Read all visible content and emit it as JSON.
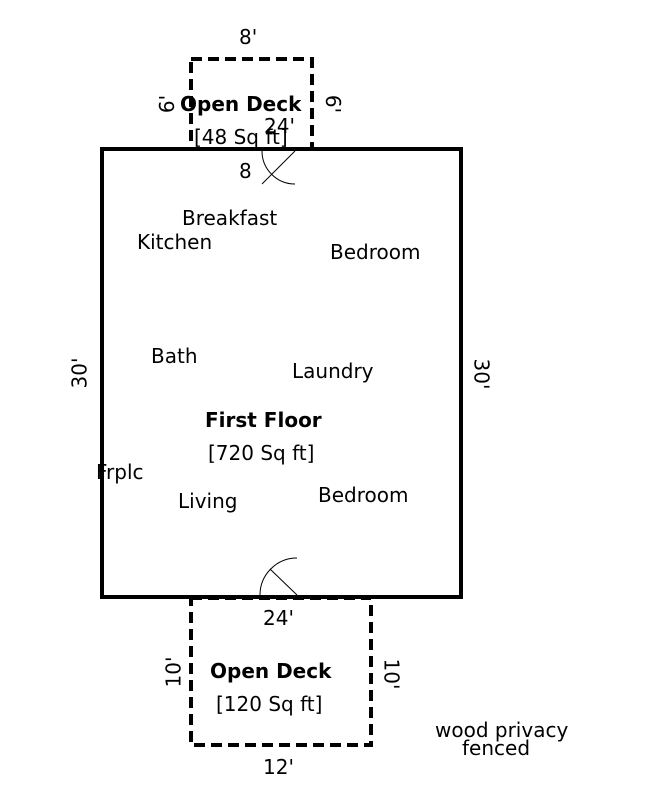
{
  "first_floor": {
    "title": "First Floor",
    "area": "[720 Sq ft]",
    "dim_left": "30'",
    "dim_right": "30'",
    "dim_bottom": "24'",
    "rooms": {
      "breakfast": "Breakfast",
      "kitchen": "Kitchen",
      "bedroom_top": "Bedroom",
      "bath": "Bath",
      "laundry": "Laundry",
      "fireplace": "Frplc",
      "living": "Living",
      "bedroom_bottom": "Bedroom"
    }
  },
  "top_deck": {
    "title": "Open Deck",
    "area": "[48 Sq ft]",
    "dim_top": "8'",
    "dim_left": "6'",
    "dim_right": "6'",
    "dim_bottom_overlap": "24'",
    "dim_bottom": "8"
  },
  "bottom_deck": {
    "title": "Open Deck",
    "area": "[120 Sq ft]",
    "dim_left": "10'",
    "dim_right": "10'",
    "dim_bottom": "12'"
  },
  "note": {
    "line1": "wood privacy",
    "line2": "fenced"
  }
}
